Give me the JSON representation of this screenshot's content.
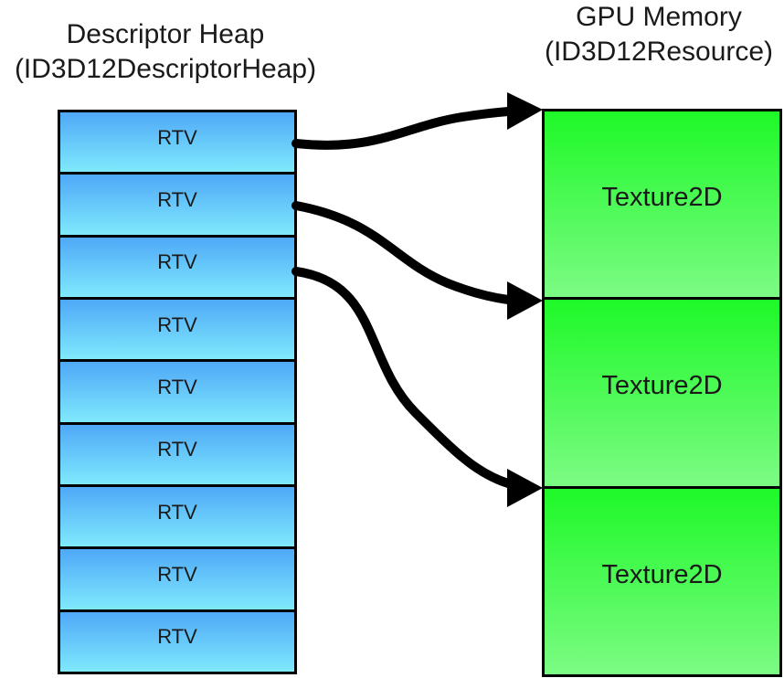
{
  "heap": {
    "title_line1": "Descriptor Heap",
    "title_line2": "(ID3D12DescriptorHeap)",
    "slots": [
      {
        "label": "RTV"
      },
      {
        "label": "RTV"
      },
      {
        "label": "RTV"
      },
      {
        "label": "RTV"
      },
      {
        "label": "RTV"
      },
      {
        "label": "RTV"
      },
      {
        "label": "RTV"
      },
      {
        "label": "RTV"
      },
      {
        "label": "RTV"
      }
    ]
  },
  "memory": {
    "title_line1": "GPU Memory",
    "title_line2": "(ID3D12Resource)",
    "resources": [
      {
        "label": "Texture2D"
      },
      {
        "label": "Texture2D"
      },
      {
        "label": "Texture2D"
      }
    ]
  },
  "connections": [
    {
      "from_slot_index": 0,
      "to_resource_index": 0
    },
    {
      "from_slot_index": 1,
      "to_resource_index": 1
    },
    {
      "from_slot_index": 2,
      "to_resource_index": 2
    }
  ],
  "colors": {
    "slot_top": "#4FA8F7",
    "slot_bottom": "#7FE9FD",
    "resource_top": "#1EF928",
    "resource_bottom": "#7CFB84",
    "border_color": "#000000",
    "arrow_color": "#000000",
    "text_color": "#1a1a1a",
    "bg_color": "#ffffff"
  }
}
